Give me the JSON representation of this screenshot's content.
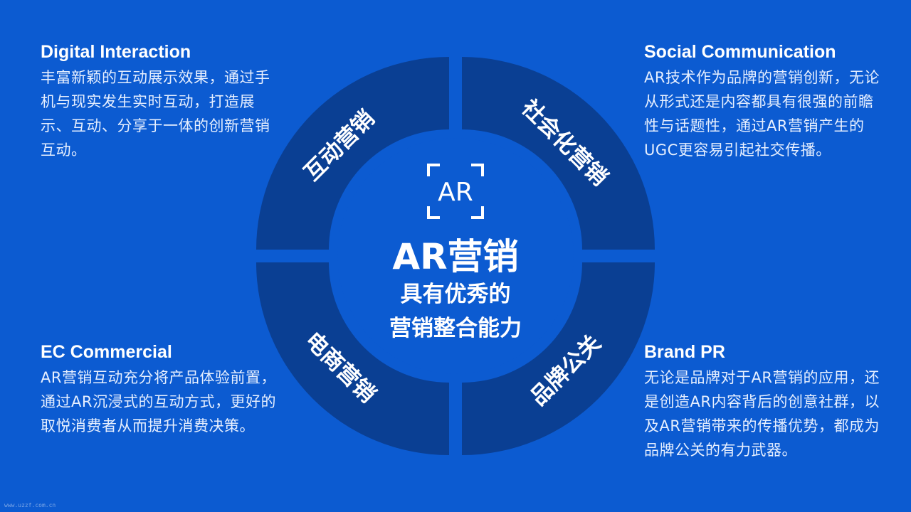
{
  "center": {
    "icon_label": "AR",
    "icon_name": "ar-scan-icon",
    "title": "AR营销",
    "subtitle_line1": "具有优秀的",
    "subtitle_line2": "营销整合能力"
  },
  "segments": [
    {
      "label": "互动营销"
    },
    {
      "label": "社会化营销"
    },
    {
      "label": "电商营销"
    },
    {
      "label": "品牌公关"
    }
  ],
  "blocks": {
    "top_left": {
      "title": "Digital Interaction",
      "body": "丰富新颖的互动展示效果，通过手机与现实发生实时互动，打造展示、互动、分享于一体的创新营销互动。"
    },
    "top_right": {
      "title": "Social Communication",
      "body": "AR技术作为品牌的营销创新，无论从形式还是内容都具有很强的前瞻性与话题性，通过AR营销产生的UGC更容易引起社交传播。"
    },
    "bottom_left": {
      "title": "EC Commercial",
      "body": "AR营销互动充分将产品体验前置，通过AR沉浸式的互动方式，更好的取悦消费者从而提升消费决策。"
    },
    "bottom_right": {
      "title": "Brand PR",
      "body": "无论是品牌对于AR营销的应用，还是创造AR内容背后的创意社群，以及AR营销带来的传播优势，都成为品牌公关的有力武器。"
    }
  },
  "watermark": "www.uzzf.com.cn",
  "colors": {
    "background": "#0c5bd1",
    "ring": "#0a3f93",
    "center_disc": "#0c5bd1",
    "text": "#ffffff"
  }
}
